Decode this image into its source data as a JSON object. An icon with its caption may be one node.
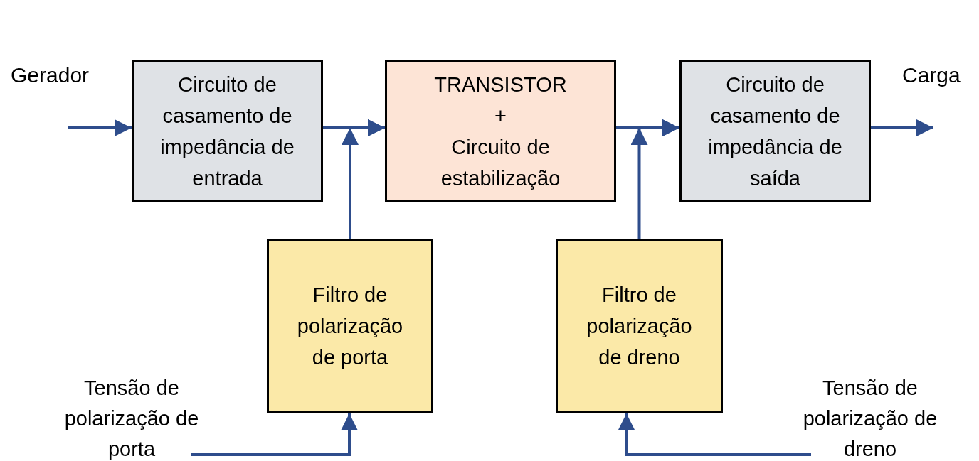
{
  "diagram": {
    "nodes": [
      {
        "text": [
          "Circuito de casamento de impedância de entrada"
        ]
      },
      {
        "text": [
          "TRANSISTOR",
          "+",
          "Circuito de estabilização"
        ]
      },
      {
        "text": [
          "Circuito de casamento de impedância de saída"
        ]
      },
      {
        "text": [
          "Filtro de polarização de porta"
        ]
      },
      {
        "text": [
          "Filtro de polarização de dreno"
        ]
      },
      {
        "text": [
          "Tensão de polarização de porta"
        ]
      },
      {
        "text": [
          "Tensão de polarização de dreno"
        ]
      }
    ],
    "edges": [
      {
        "from": null,
        "to": 0,
        "arrow": "to"
      },
      {
        "from": 0,
        "to": 1,
        "arrow": "to"
      },
      {
        "from": 3,
        "to": 1,
        "arrow": "to"
      },
      {
        "from": 1,
        "to": 2,
        "arrow": "to"
      },
      {
        "from": 4,
        "to": 2,
        "arrow": "to"
      },
      {
        "from": 2,
        "to": null,
        "arrow": "to"
      },
      {
        "from": 5,
        "to": 3,
        "arrow": "to"
      },
      {
        "from": 6,
        "to": 4,
        "arrow": "to"
      }
    ],
    "labels": [
      "Gerador",
      "Carga"
    ]
  }
}
